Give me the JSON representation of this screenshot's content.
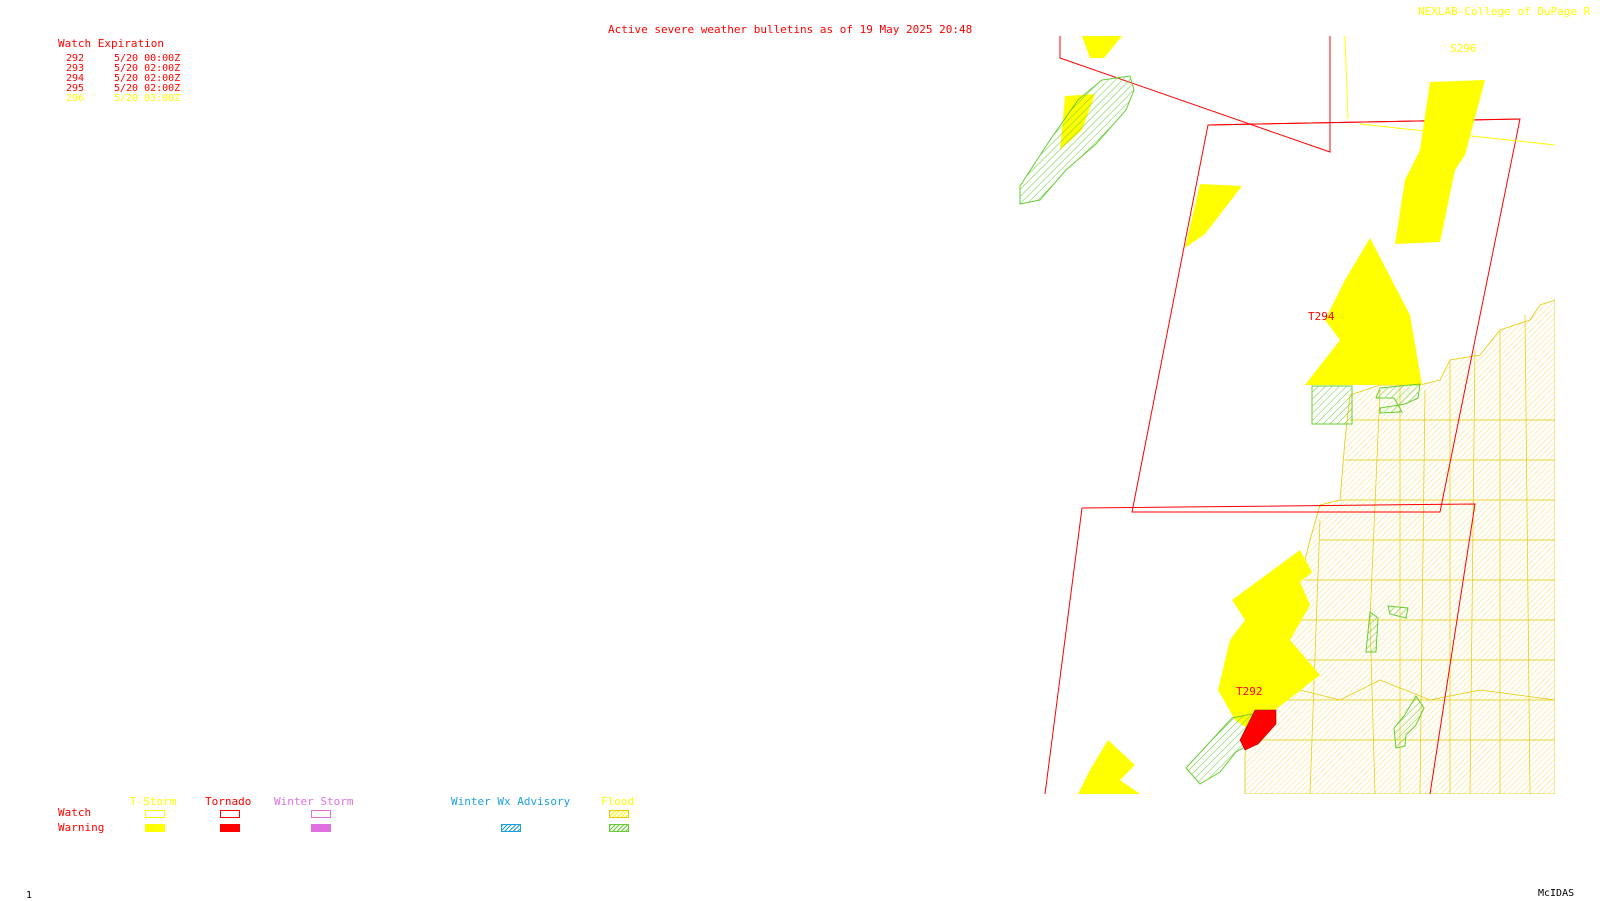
{
  "header": {
    "title": "Active severe weather bulletins as of 19 May 2025 20:48",
    "credit": "NEXLAB-College of DuPage R"
  },
  "expiration": {
    "heading": "Watch Expiration",
    "rows": [
      {
        "id": "292",
        "time": "5/20 00:00Z",
        "color": "#ff0000"
      },
      {
        "id": "293",
        "time": "5/20 02:00Z",
        "color": "#ff0000"
      },
      {
        "id": "294",
        "time": "5/20 02:00Z",
        "color": "#ff0000"
      },
      {
        "id": "295",
        "time": "5/20 02:00Z",
        "color": "#ff0000"
      },
      {
        "id": "296",
        "time": "5/20 03:00Z",
        "color": "#ffff00"
      }
    ]
  },
  "map_labels": {
    "s296": "S296",
    "t294": "T294",
    "t292": "T292"
  },
  "legend": {
    "row_watch": "Watch",
    "row_warning": "Warning",
    "tstorm": "T-Storm",
    "tornado": "Tornado",
    "winter_storm": "Winter Storm",
    "winter_adv": "Winter Wx Advisory",
    "flood": "Flood",
    "colors": {
      "tstorm": "#ffff00",
      "tornado": "#ff0000",
      "winter_storm": "#e070e0",
      "winter_adv": "#1ca0e0",
      "flood_watch": "#ffff00",
      "flood_warning": "#66cc33"
    }
  },
  "footer": {
    "frame": "1",
    "software": "McIDAS"
  }
}
